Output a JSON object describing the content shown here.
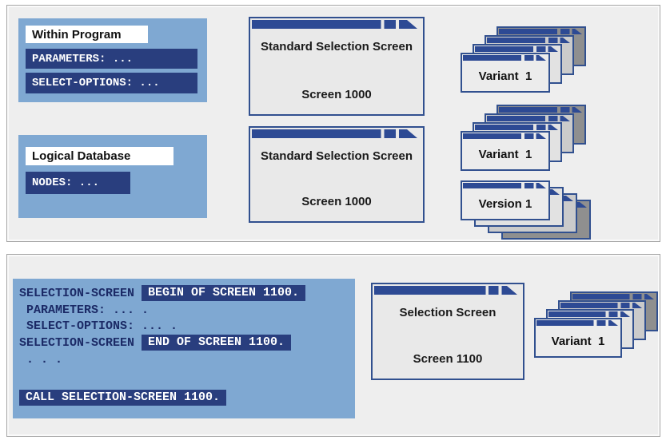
{
  "colors": {
    "panel_blue": "#7fa8d2",
    "navy": "#293e7e",
    "title_navy": "#2d4a94",
    "border_navy": "#31508f",
    "window_bg": "#e9e9e9",
    "code_text": "#1b2a66",
    "section_bg": "#eeeeee",
    "section_border": "#a6a6a6"
  },
  "top": {
    "within_program": {
      "title": "Within Program",
      "lines": [
        "PARAMETERS: ...",
        "SELECT-OPTIONS: ..."
      ]
    },
    "logical_database": {
      "title": "Logical Database",
      "lines": [
        "NODES: ..."
      ]
    },
    "windows": [
      {
        "title": "Standard Selection Screen",
        "subtitle": "Screen 1000"
      },
      {
        "title": "Standard Selection Screen",
        "subtitle": "Screen 1000"
      }
    ],
    "stacks": [
      {
        "label": "Variant  1"
      },
      {
        "label": "Variant  1"
      },
      {
        "label": "Version 1"
      }
    ]
  },
  "bottom": {
    "code_lines": [
      {
        "plain": "SELECTION-SCREEN ",
        "highlight": "BEGIN OF SCREEN 1100."
      },
      {
        "plain": " PARAMETERS: ... ."
      },
      {
        "plain": " SELECT-OPTIONS: ... ."
      },
      {
        "plain": "SELECTION-SCREEN ",
        "highlight": "END OF SCREEN 1100."
      },
      {
        "plain": " . . ."
      },
      {
        "highlight": "CALL SELECTION-SCREEN 1100."
      }
    ],
    "window": {
      "title": "Selection Screen",
      "subtitle": "Screen 1100"
    },
    "stack": {
      "label": "Variant  1"
    }
  }
}
